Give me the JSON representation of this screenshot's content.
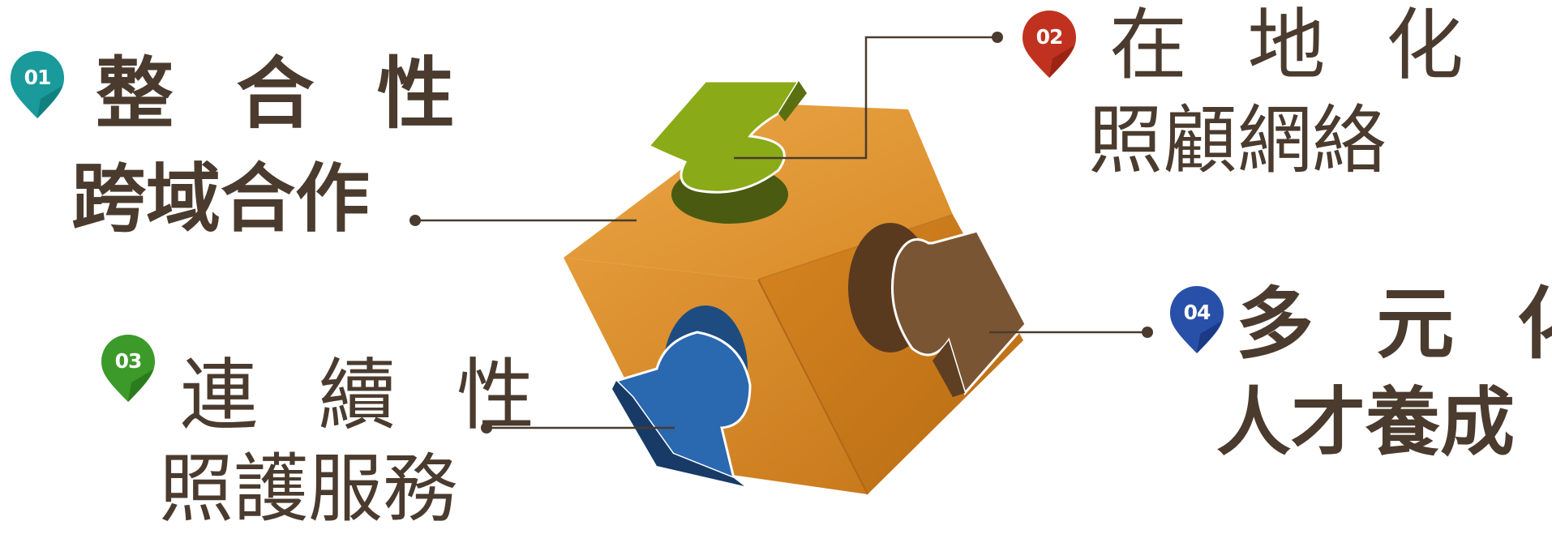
{
  "items": [
    {
      "number": "01",
      "title": "整 合 性",
      "subtitle": "跨域合作",
      "color": "#1a9a9a"
    },
    {
      "number": "02",
      "title": "在 地 化",
      "subtitle": "照顧網絡",
      "color": "#c0321f"
    },
    {
      "number": "03",
      "title": "連 續 性",
      "subtitle": "照護服務",
      "color": "#3c9a2a"
    },
    {
      "number": "04",
      "title": "多 元 化",
      "subtitle": "人才養成",
      "color": "#2850a8"
    }
  ],
  "text_color": "#4a3b2e",
  "puzzle_colors": {
    "cube": "#e0922e",
    "green_piece": "#8aaa18",
    "blue_piece": "#2a68b0",
    "brown_piece": "#7a5534"
  }
}
